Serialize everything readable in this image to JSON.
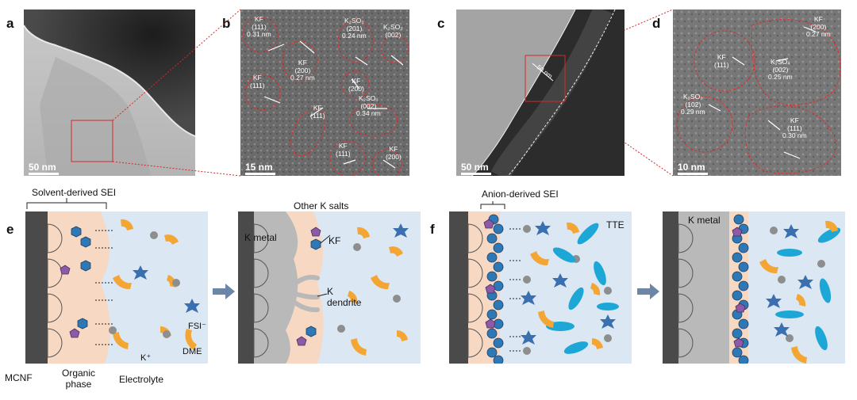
{
  "colors": {
    "electrolyte_bg": "#dbe7f3",
    "electrode": "#4a4a4a",
    "organic_phase": "#f6d8c3",
    "k_metal": "#b9b9b9",
    "kf": "#2f78b6",
    "k_salt": "#8c5aa6",
    "dme": "#f4a634",
    "tte": "#1da7d6",
    "fsi": "#3a70b0",
    "k_ion": "#8e8e8e",
    "zoom_line": "#d42a2a",
    "arrow": "#6c86a8"
  },
  "panels": {
    "a": {
      "label": "a",
      "scale": "50 nm"
    },
    "b": {
      "label": "b",
      "scale": "15 nm",
      "annotations": [
        "KF\n(111)\n0.31 nm",
        "KF\n(200)\n0.27 nm",
        "KF\n(111)",
        "K₂SO₃\n(201)\n0.24 nm",
        "K₂SO₃\n(002)",
        "KF\n(200)",
        "KF\n(111)",
        "K₂SO₃\n(002)\n0.34 nm",
        "KF\n(111)",
        "KF\n(200)"
      ]
    },
    "c": {
      "label": "c",
      "scale": "50 nm",
      "thickness": "50 nm"
    },
    "d": {
      "label": "d",
      "scale": "10 nm",
      "annotations": [
        "KF\n(200)\n0.27 nm",
        "KF\n(111)",
        "K₂SO₄\n(002)\n0.25 nm",
        "K₂SO₃\n(102)\n0.29 nm",
        "KF\n(111)\n0.30 nm"
      ]
    },
    "e": {
      "label": "e",
      "sei_title": "Solvent-derived SEI",
      "mcnf": "MCNF",
      "organic": "Organic\nphase",
      "electrolyte": "Electrolyte",
      "dme": "DME",
      "fsi": "FSI⁻",
      "kion": "K⁺",
      "kmetal": "K metal",
      "other_salts": "Other K salts",
      "kf": "KF",
      "dendrite": "K\ndendrite"
    },
    "f": {
      "label": "f",
      "sei_title": "Anion-derived SEI",
      "tte": "TTE",
      "kmetal": "K metal"
    }
  }
}
